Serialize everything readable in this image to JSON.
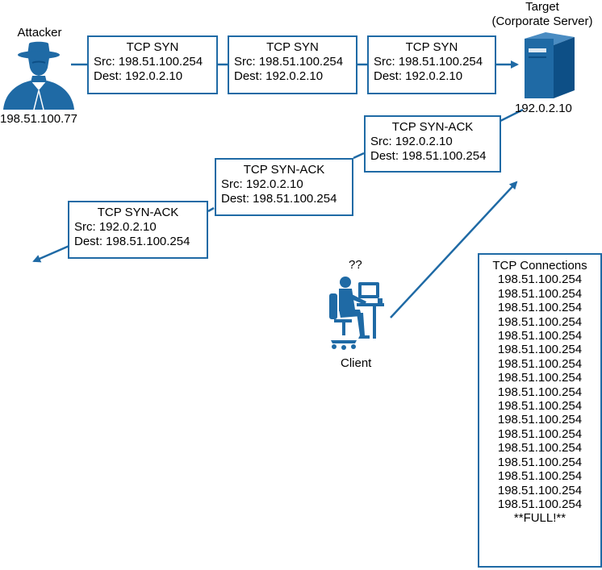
{
  "attacker": {
    "label": "Attacker",
    "ip": "198.51.100.77"
  },
  "target": {
    "label_line1": "Target",
    "label_line2": "(Corporate Server)",
    "ip": "192.0.2.10"
  },
  "client": {
    "label": "Client",
    "question": "??"
  },
  "syn_packets": [
    {
      "title": "TCP SYN",
      "src": "Src: 198.51.100.254",
      "dest": "Dest: 192.0.2.10"
    },
    {
      "title": "TCP SYN",
      "src": "Src: 198.51.100.254",
      "dest": "Dest: 192.0.2.10"
    },
    {
      "title": "TCP SYN",
      "src": "Src: 198.51.100.254",
      "dest": "Dest: 192.0.2.10"
    }
  ],
  "synack_packets": [
    {
      "title": "TCP SYN-ACK",
      "src": "Src: 192.0.2.10",
      "dest": "Dest: 198.51.100.254"
    },
    {
      "title": "TCP SYN-ACK",
      "src": "Src: 192.0.2.10",
      "dest": "Dest: 198.51.100.254"
    },
    {
      "title": "TCP SYN-ACK",
      "src": "Src: 192.0.2.10",
      "dest": "Dest: 198.51.100.254"
    }
  ],
  "connections": {
    "title": "TCP Connections",
    "entries": [
      "198.51.100.254",
      "198.51.100.254",
      "198.51.100.254",
      "198.51.100.254",
      "198.51.100.254",
      "198.51.100.254",
      "198.51.100.254",
      "198.51.100.254",
      "198.51.100.254",
      "198.51.100.254",
      "198.51.100.254",
      "198.51.100.254",
      "198.51.100.254",
      "198.51.100.254",
      "198.51.100.254",
      "198.51.100.254",
      "198.51.100.254"
    ],
    "footer": "**FULL!**"
  },
  "colors": {
    "accent": "#1f6aa5",
    "server_side": "#0d4f86"
  }
}
